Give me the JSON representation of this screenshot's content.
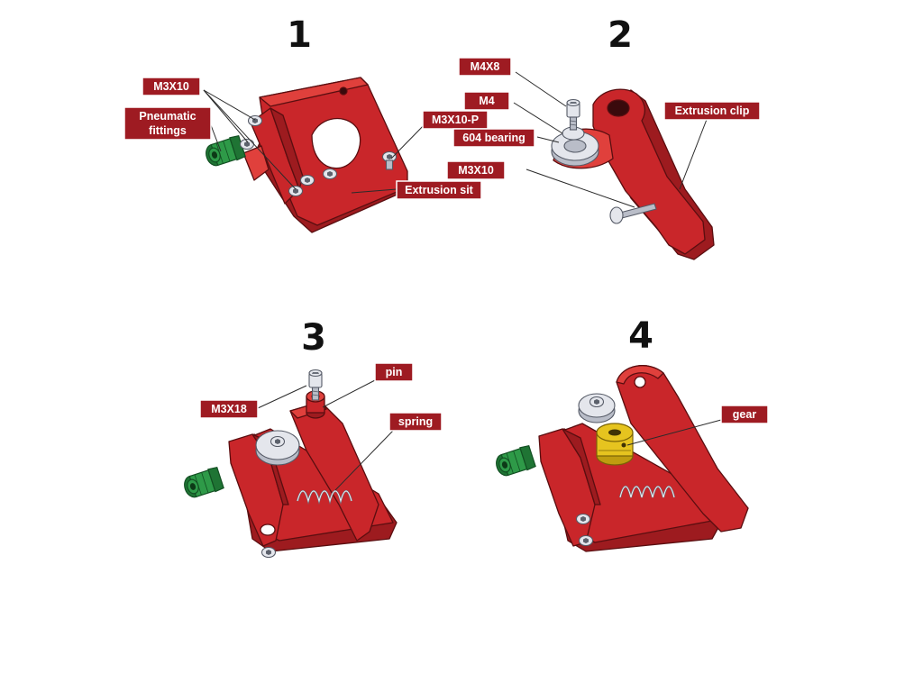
{
  "steps": [
    {
      "number": "1",
      "labels": {
        "m3x10": "M3X10",
        "pneumatic": [
          "Pneumatic",
          "fittings"
        ],
        "m3x10p": "M3X10-P",
        "extrusion_sit": "Extrusion sit"
      }
    },
    {
      "number": "2",
      "labels": {
        "m4x8": "M4X8",
        "m4": "M4",
        "bearing": "604 bearing",
        "extrusion_clip": "Extrusion clip",
        "m3x10": "M3X10"
      }
    },
    {
      "number": "3",
      "labels": {
        "m3x18": "M3X18",
        "pin": "pin",
        "spring": "spring"
      }
    },
    {
      "number": "4",
      "labels": {
        "gear": "gear"
      }
    }
  ],
  "colors": {
    "label_bg": "#9e1b22",
    "aluminum_red": "#c9262a",
    "fitting_green": "#2e9a48",
    "gear_brass": "#e6c41f",
    "metal": "#e4e6ec"
  }
}
